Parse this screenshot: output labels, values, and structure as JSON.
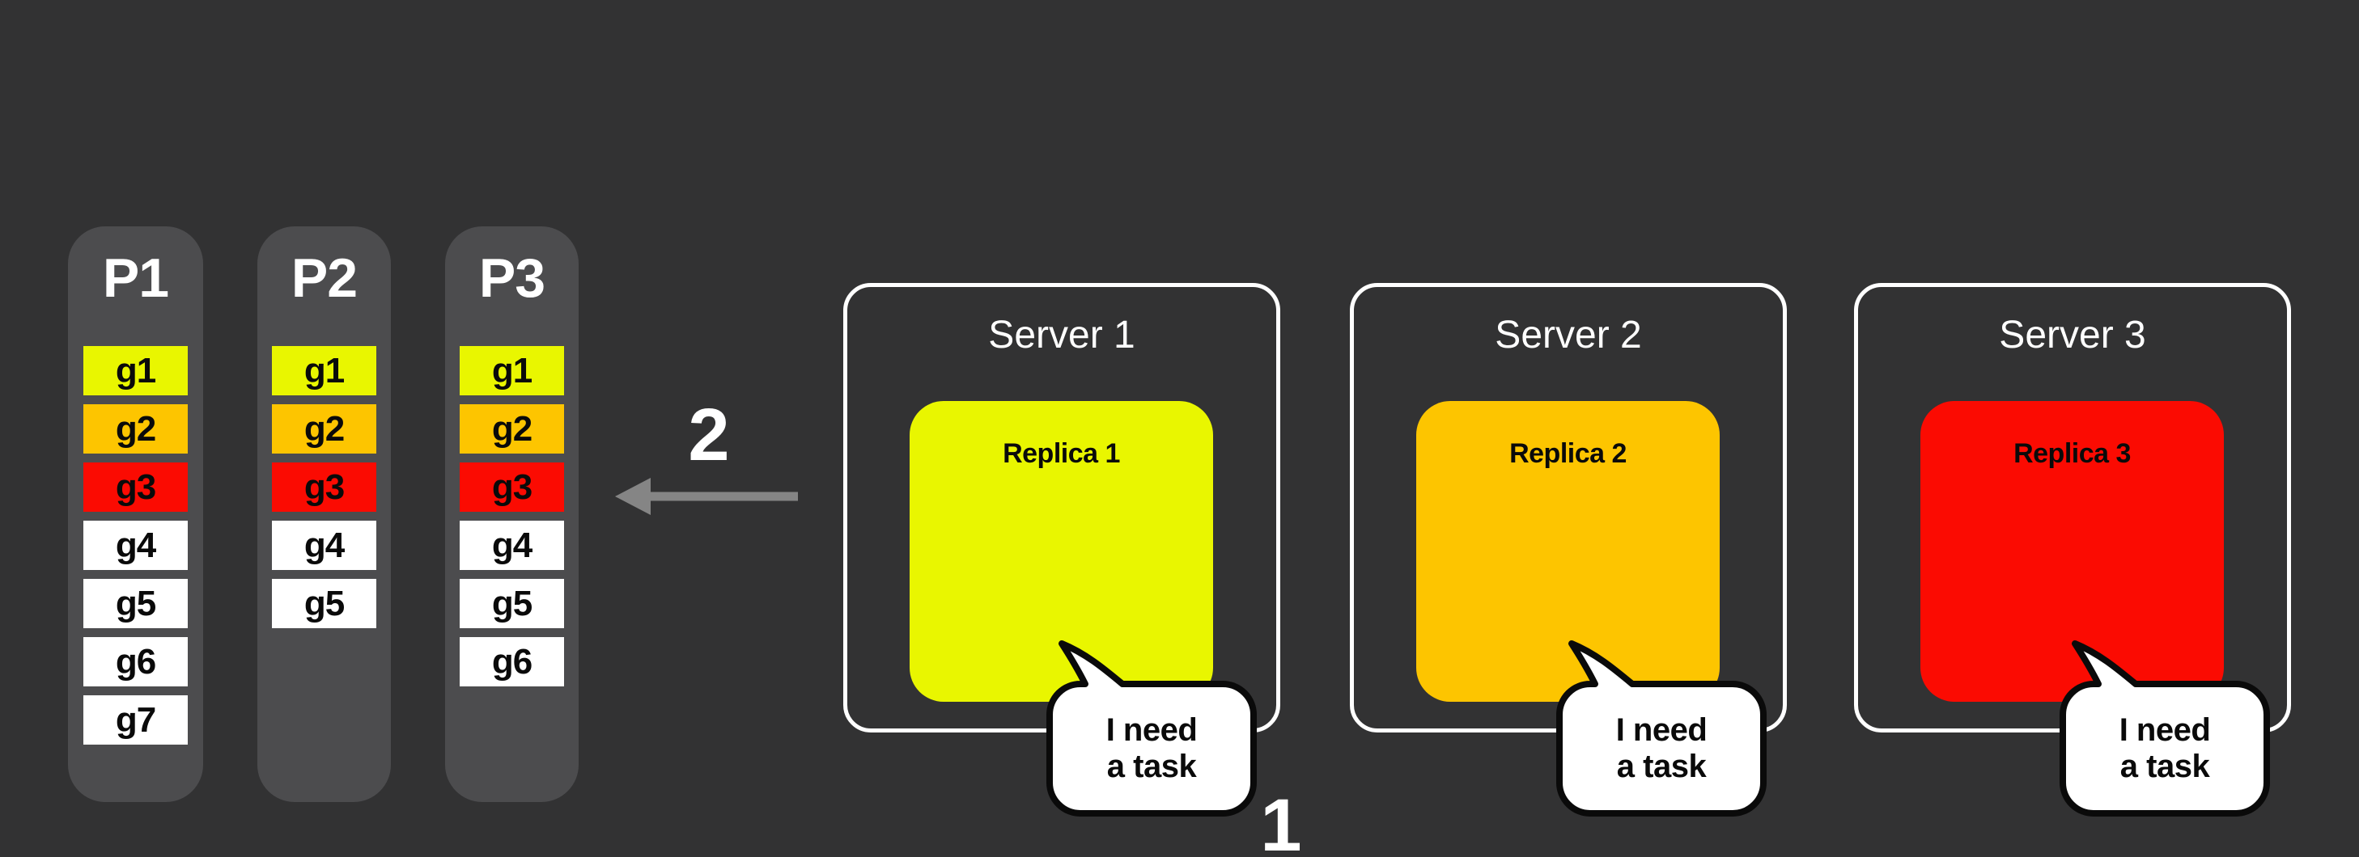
{
  "scene": {
    "background": "#323233",
    "panel_color": "#4C4C4E",
    "server_border_color": "#FFFFFF",
    "bubble_border_color": "#0A0A0A",
    "task_color_g1": "#E9F600",
    "task_color_g2": "#FDC500",
    "task_color_g3": "#FB0B02",
    "task_color_default": "#FFFFFF"
  },
  "partitions": [
    {
      "label": "P1",
      "tasks": [
        {
          "label": "g1",
          "color": "#E9F600"
        },
        {
          "label": "g2",
          "color": "#FDC500"
        },
        {
          "label": "g3",
          "color": "#FB0B02"
        },
        {
          "label": "g4",
          "color": "#FFFFFF"
        },
        {
          "label": "g5",
          "color": "#FFFFFF"
        },
        {
          "label": "g6",
          "color": "#FFFFFF"
        },
        {
          "label": "g7",
          "color": "#FFFFFF"
        }
      ]
    },
    {
      "label": "P2",
      "tasks": [
        {
          "label": "g1",
          "color": "#E9F600"
        },
        {
          "label": "g2",
          "color": "#FDC500"
        },
        {
          "label": "g3",
          "color": "#FB0B02"
        },
        {
          "label": "g4",
          "color": "#FFFFFF"
        },
        {
          "label": "g5",
          "color": "#FFFFFF"
        }
      ]
    },
    {
      "label": "P3",
      "tasks": [
        {
          "label": "g1",
          "color": "#E9F600"
        },
        {
          "label": "g2",
          "color": "#FDC500"
        },
        {
          "label": "g3",
          "color": "#FB0B02"
        },
        {
          "label": "g4",
          "color": "#FFFFFF"
        },
        {
          "label": "g5",
          "color": "#FFFFFF"
        },
        {
          "label": "g6",
          "color": "#FFFFFF"
        }
      ]
    }
  ],
  "servers": [
    {
      "title": "Server 1",
      "replica": {
        "label": "Replica 1",
        "color": "#E9F600"
      },
      "speech": [
        "I need",
        "a task"
      ]
    },
    {
      "title": "Server 2",
      "replica": {
        "label": "Replica 2",
        "color": "#FDC500"
      },
      "speech": [
        "I need",
        "a task"
      ]
    },
    {
      "title": "Server 3",
      "replica": {
        "label": "Replica 3",
        "color": "#FB0B02"
      },
      "speech": [
        "I need",
        "a task"
      ]
    }
  ],
  "annotations": {
    "arrow_label": "2",
    "bottom_label": "1",
    "arrow_color": "#858585"
  }
}
